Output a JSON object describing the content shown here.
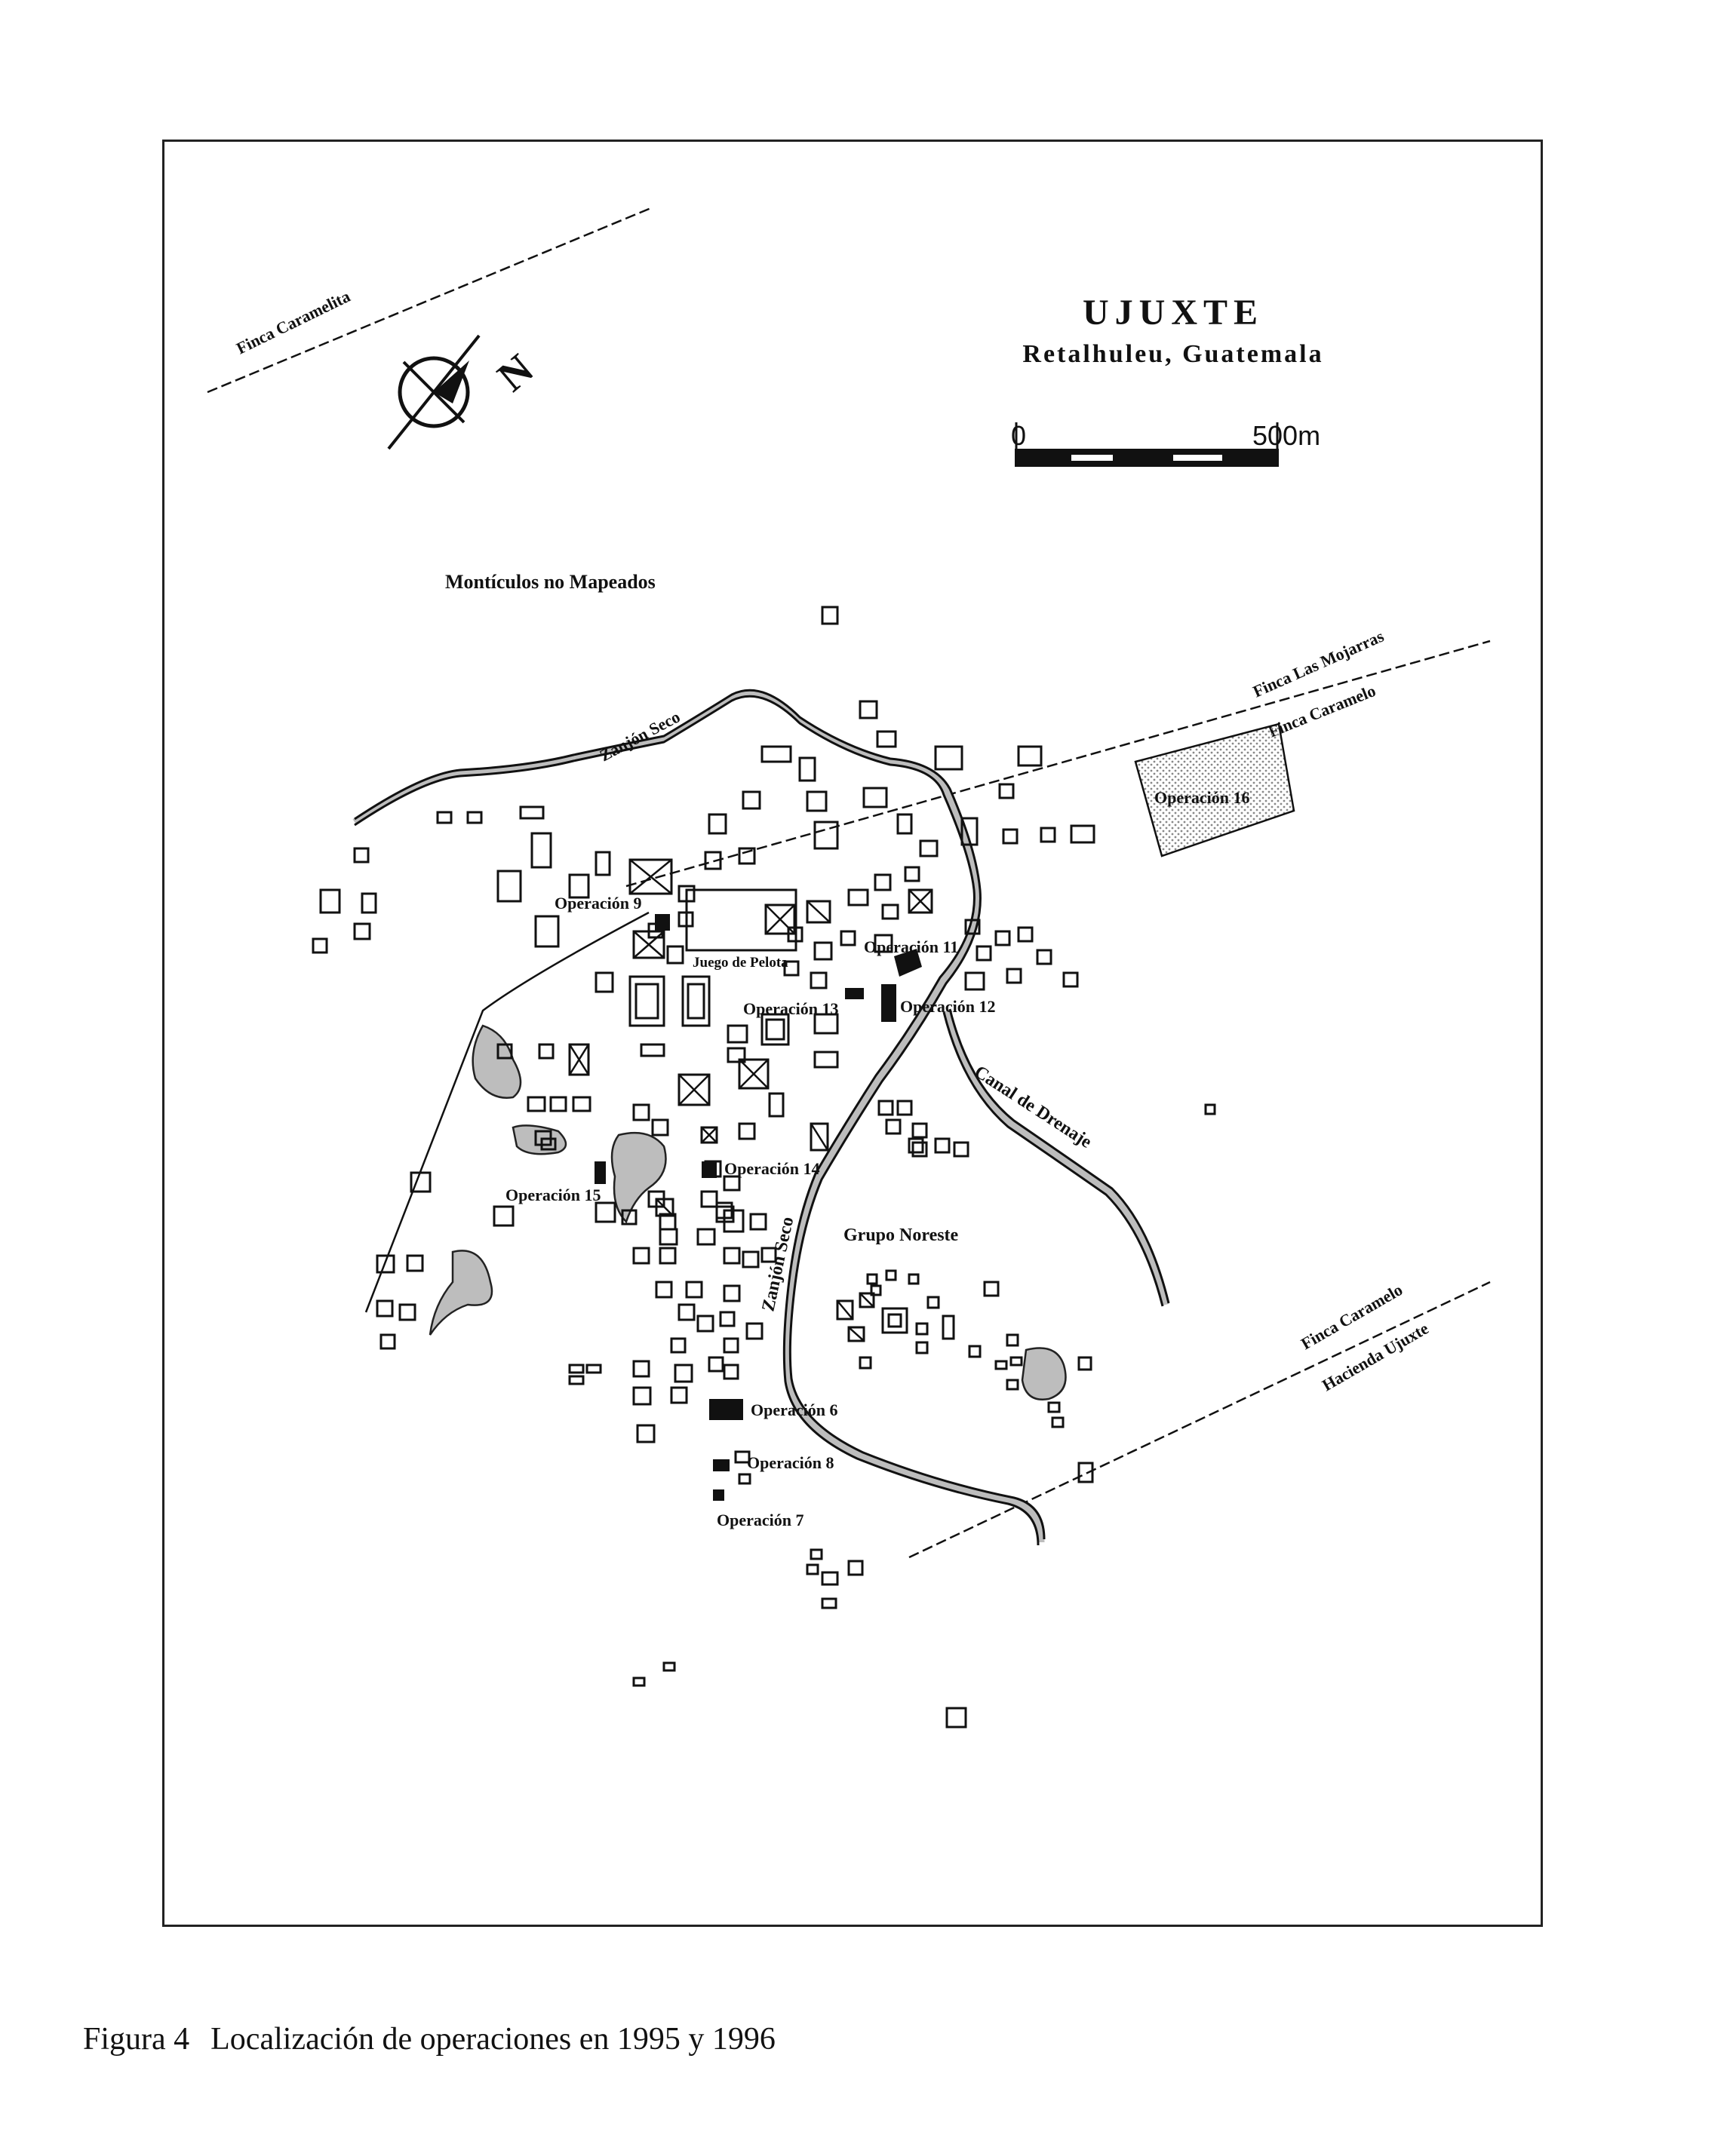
{
  "map": {
    "title": "UJUXTE",
    "subtitle": "Retalhuleu, Guatemala",
    "scale": {
      "start_label": "0",
      "end_label": "500m"
    },
    "north_label": "N",
    "legend_note": "Montículos no Mapeados",
    "boundary_labels": {
      "finca_caramelita": "Finca Caramelita",
      "finca_las_mojarras": "Finca Las Mojarras",
      "finca_caramelo_top": "Finca Caramelo",
      "finca_caramelo_bottom": "Finca Caramelo",
      "hacienda_ujuxte": "Hacienda Ujuxte"
    },
    "waterways": {
      "zanjon_seco_top": "Zanjón Seco",
      "zanjon_seco_center": "Zanjón Seco",
      "canal_de_drenaje": "Canal de Drenaje"
    },
    "features": {
      "juego_de_pelota": "Juego de Pelota",
      "grupo_noreste": "Grupo Noreste"
    },
    "operations": {
      "op6": "Operación 6",
      "op7": "Operación 7",
      "op8": "Operación 8",
      "op9": "Operación 9",
      "op11": "Operación 11",
      "op12": "Operación 12",
      "op13": "Operación 13",
      "op14": "Operación 14",
      "op15": "Operación 15",
      "op16": "Operación 16"
    },
    "colors": {
      "ink": "#111111",
      "stipple": "#bdbdbd",
      "paper": "#ffffff"
    }
  },
  "caption": {
    "figure": "Figura 4",
    "text": "Localización de operaciones en 1995 y 1996"
  }
}
